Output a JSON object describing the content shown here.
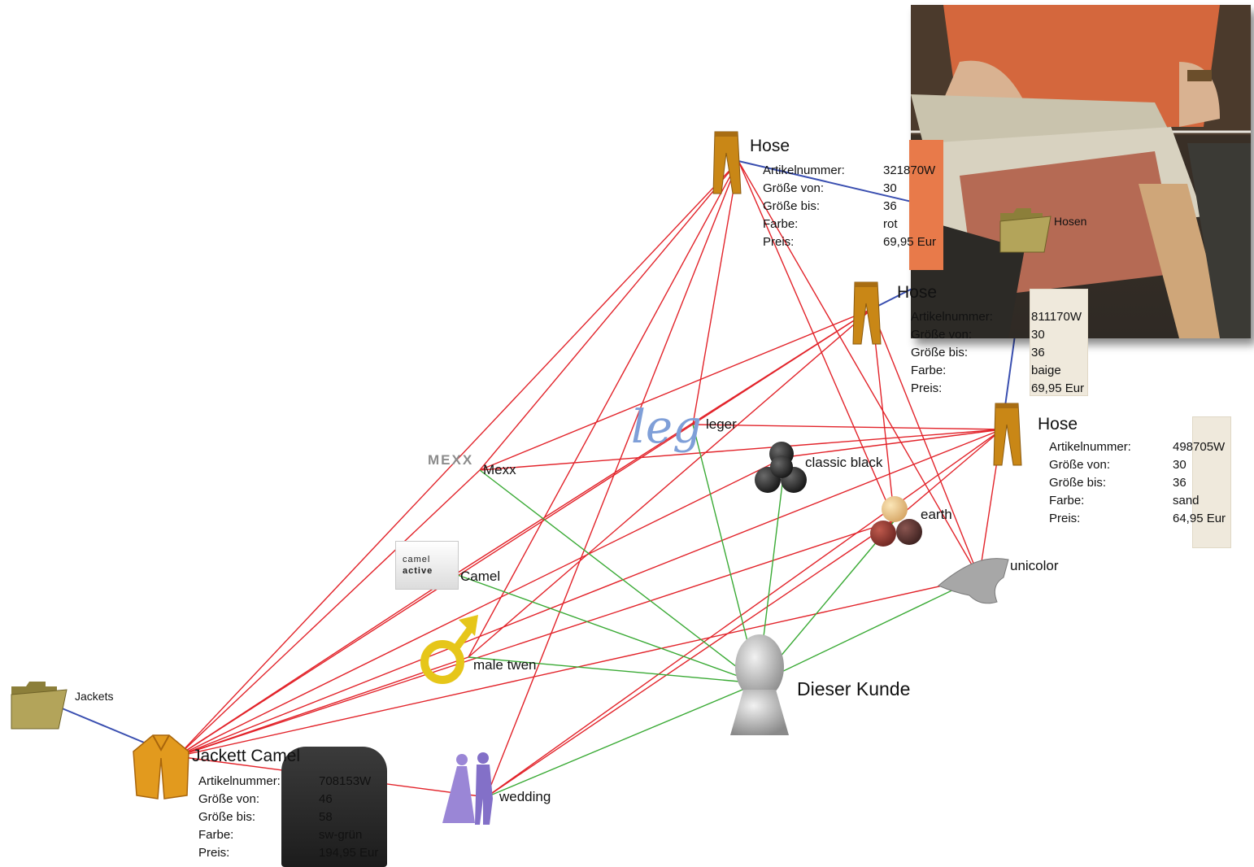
{
  "nodes": {
    "hose1": {
      "title": "Hose"
    },
    "hose2": {
      "title": "Hose"
    },
    "hose3": {
      "title": "Hose"
    },
    "hosen_folder": {
      "label": "Hosen"
    },
    "jackets_folder": {
      "label": "Jackets"
    },
    "jacket": {
      "title": "Jackett Camel"
    },
    "leger": {
      "label": "leger",
      "logo": "leg"
    },
    "mexx": {
      "label": "Mexx",
      "logo": "MEXX"
    },
    "camel": {
      "label": "Camel",
      "logo_line1": "camel",
      "logo_line2": "active"
    },
    "male_twen": {
      "label": "male twen"
    },
    "wedding": {
      "label": "wedding"
    },
    "classic_black": {
      "label": "classic black"
    },
    "earth": {
      "label": "earth"
    },
    "unicolor": {
      "label": "unicolor"
    },
    "customer": {
      "label": "Dieser Kunde"
    }
  },
  "field_labels": {
    "artikel": "Artikelnummer:",
    "groesse_von": "Größe von:",
    "groesse_bis": "Größe bis:",
    "farbe": "Farbe:",
    "preis": "Preis:"
  },
  "products": {
    "hose1": {
      "artikel": "321870W",
      "groesse_von": "30",
      "groesse_bis": "36",
      "farbe": "rot",
      "preis": "69,95 Eur"
    },
    "hose2": {
      "artikel": "811170W",
      "groesse_von": "30",
      "groesse_bis": "36",
      "farbe": "baige",
      "preis": "69,95 Eur"
    },
    "hose3": {
      "artikel": "498705W",
      "groesse_von": "30",
      "groesse_bis": "36",
      "farbe": "sand",
      "preis": "64,95 Eur"
    },
    "jacket": {
      "artikel": "708153W",
      "groesse_von": "46",
      "groesse_bis": "58",
      "farbe": "sw-grün",
      "preis": "194,95 Eur"
    }
  },
  "colors": {
    "red_edge": "#e2232a",
    "green_edge": "#3aaa35",
    "blue_edge": "#3a4fb0",
    "pants_orange": "#c98716",
    "folder_olive": "#a89a4c",
    "male_yellow": "#e6c619",
    "wedding_violet": "#9a86d6",
    "leg_blue": "#7f9fd8"
  },
  "icons": [
    "pants-icon",
    "folder-icon",
    "jacket-icon",
    "male-symbol-icon",
    "wedding-couple-icon",
    "sphere-cluster-icon",
    "cloth-icon",
    "head-bust-icon"
  ]
}
